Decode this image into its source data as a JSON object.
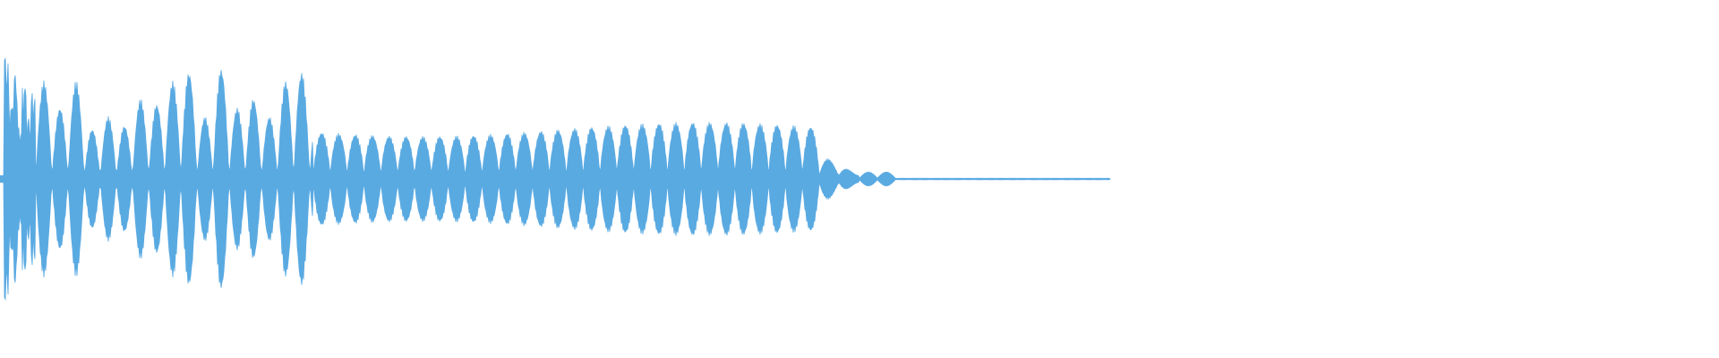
{
  "waveform": {
    "color": "#5aaae2",
    "background": "#ffffff",
    "channels": 1,
    "duration_fraction_with_signal": 0.52,
    "segments": {
      "attack": {
        "peak_amplitude": 0.72
      },
      "sustain": {
        "pulse_count": 28,
        "peak_amplitude": 0.32
      },
      "decay": {
        "bump_amplitudes": [
          0.09,
          0.04
        ]
      },
      "tail": {
        "amplitude": 0.004
      }
    }
  }
}
